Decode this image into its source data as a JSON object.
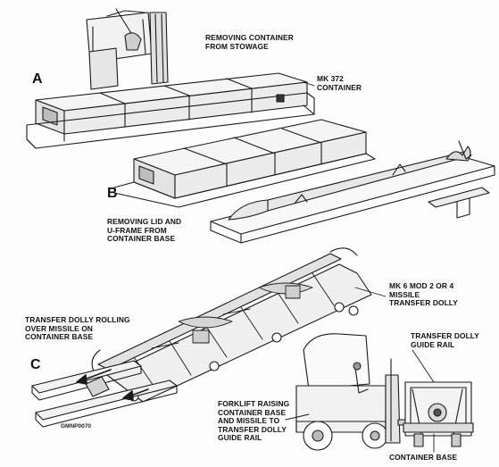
{
  "figure": {
    "panel_a": "A",
    "panel_b": "B",
    "panel_c": "C",
    "removing_container": "REMOVING CONTAINER\nFROM STOWAGE",
    "mk372": "MK 372\nCONTAINER",
    "removing_lid": "REMOVING LID AND\nU-FRAME FROM\nCONTAINER BASE",
    "mk6_dolly": "MK 6 MOD 2 OR 4\nMISSILE\nTRANSFER DOLLY",
    "transfer_rolling": "TRANSFER DOLLY ROLLING\nOVER MISSILE ON\nCONTAINER BASE",
    "guide_rail": "TRANSFER DOLLY\nGUIDE RAIL",
    "forklift_raising": "FORKLIFT RAISING\nCONTAINER BASE\nAND MISSILE TO\nTRANSFER DOLLY\nGUIDE RAIL",
    "container_base": "CONTAINER BASE",
    "figure_code": "GMNP0070"
  }
}
